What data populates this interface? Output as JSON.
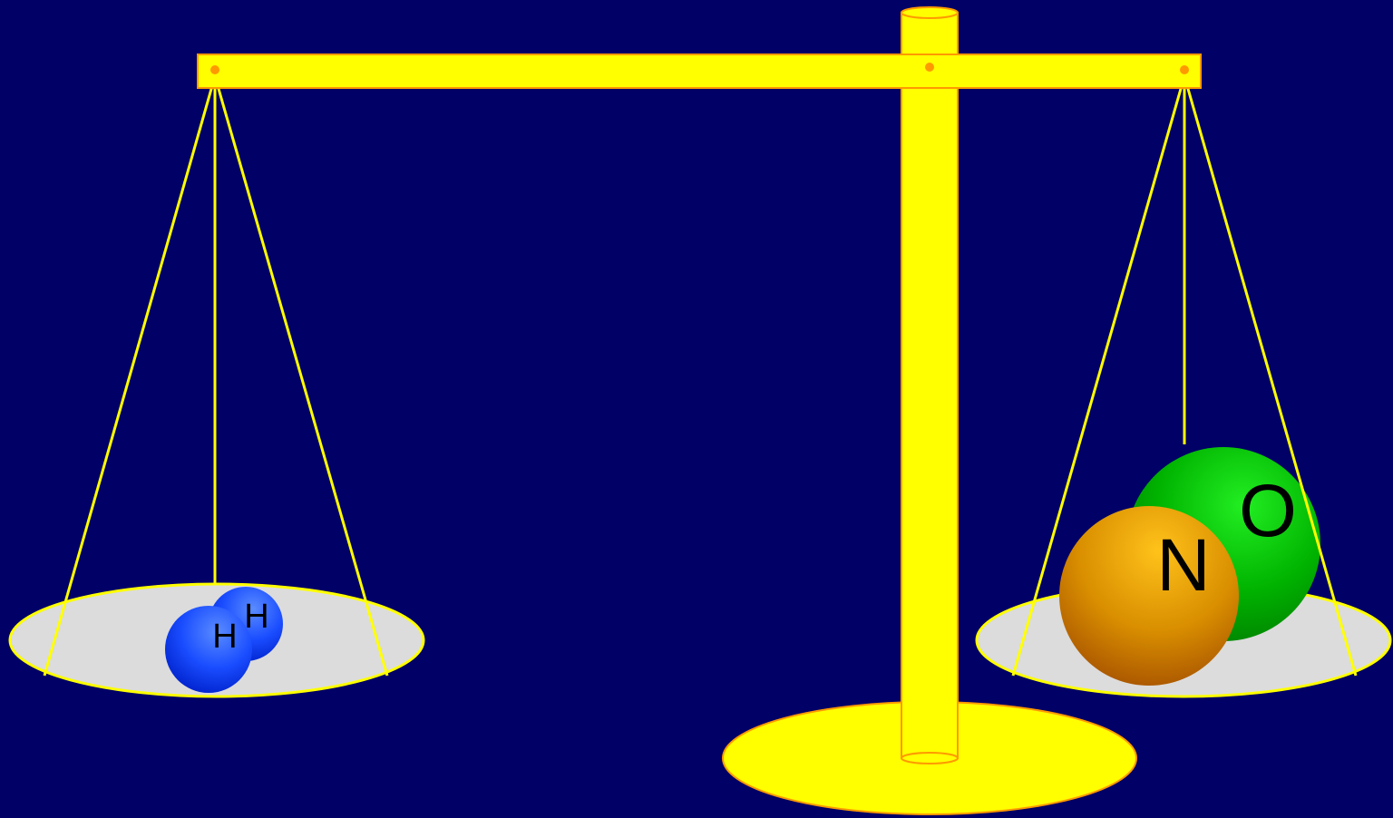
{
  "colors": {
    "background": "#000066",
    "scale_gold": "#ffff00",
    "scale_outline": "#ff9900",
    "string": "#ffff00",
    "pan": "#dcdcdc",
    "hydrogen": "#1a53ff",
    "nitrogen": "#d98f00",
    "oxygen": "#00b300"
  },
  "left_pan": {
    "molecule": "H2",
    "atoms": [
      {
        "symbol": "H",
        "icon": "hydrogen-atom"
      },
      {
        "symbol": "H",
        "icon": "hydrogen-atom"
      }
    ]
  },
  "right_pan": {
    "molecule": "NO",
    "atoms": [
      {
        "symbol": "O",
        "icon": "oxygen-atom"
      },
      {
        "symbol": "N",
        "icon": "nitrogen-atom"
      }
    ]
  }
}
